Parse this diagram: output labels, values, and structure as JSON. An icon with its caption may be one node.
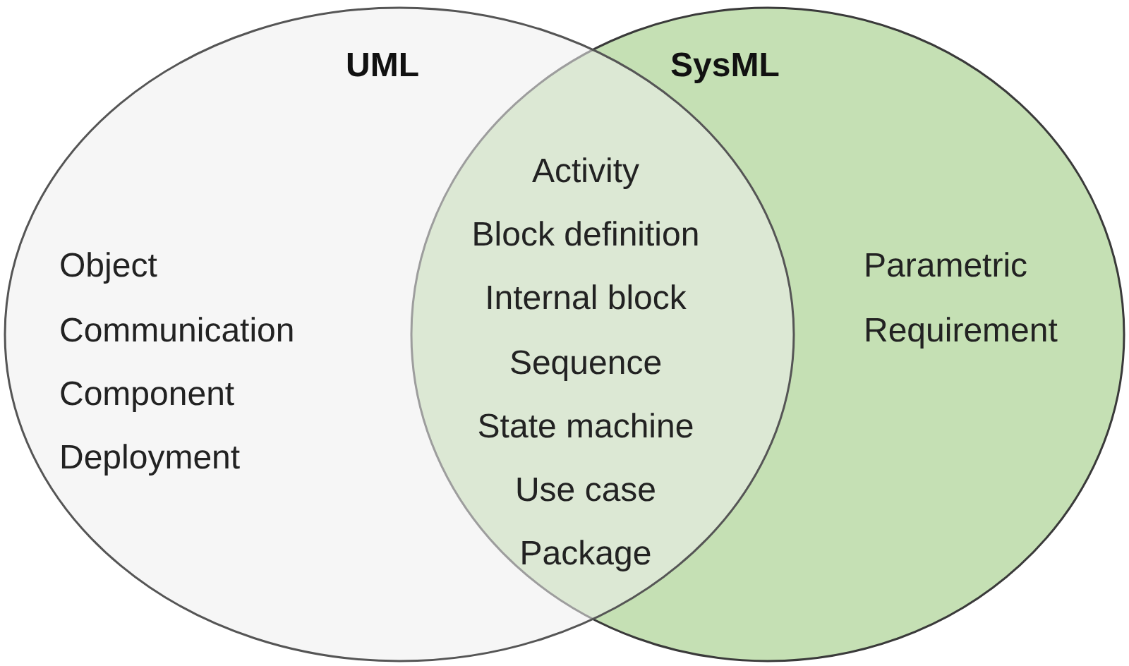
{
  "diagram": {
    "nodes": [
      {
        "text": [
          "SysML",
          "Parametric",
          "Requirement"
        ]
      },
      {
        "text": [
          "UML",
          "Object",
          "Communication",
          "Component",
          "Deployment"
        ]
      }
    ],
    "labels": [
      "Activity",
      "Block definition",
      "Internal block",
      "Sequence",
      "State machine",
      "Use case",
      "Package"
    ]
  }
}
